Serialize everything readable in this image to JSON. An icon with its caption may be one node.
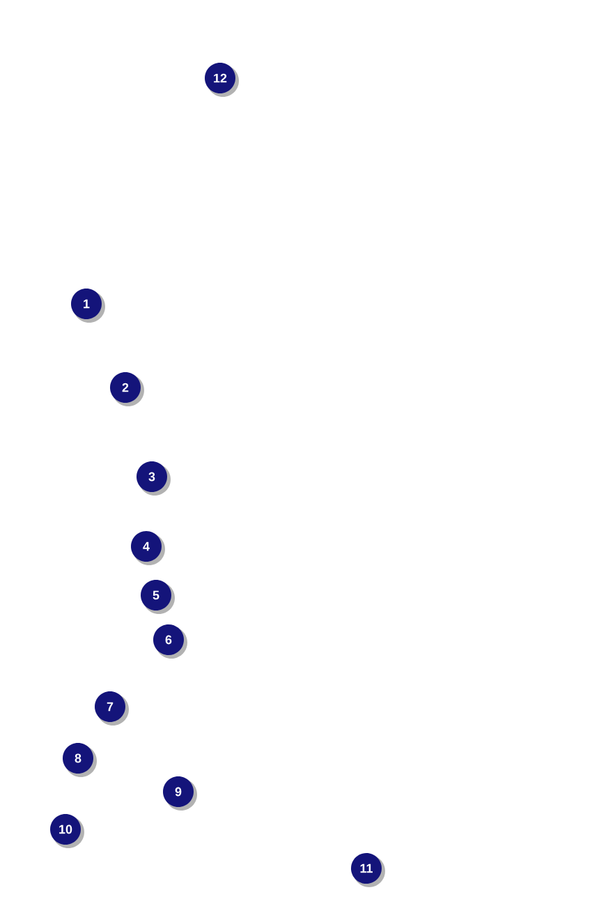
{
  "diagram": {
    "labels": [
      "12",
      "1",
      "2",
      "3",
      "4",
      "5",
      "6",
      "7",
      "8",
      "9",
      "10",
      "11"
    ]
  }
}
